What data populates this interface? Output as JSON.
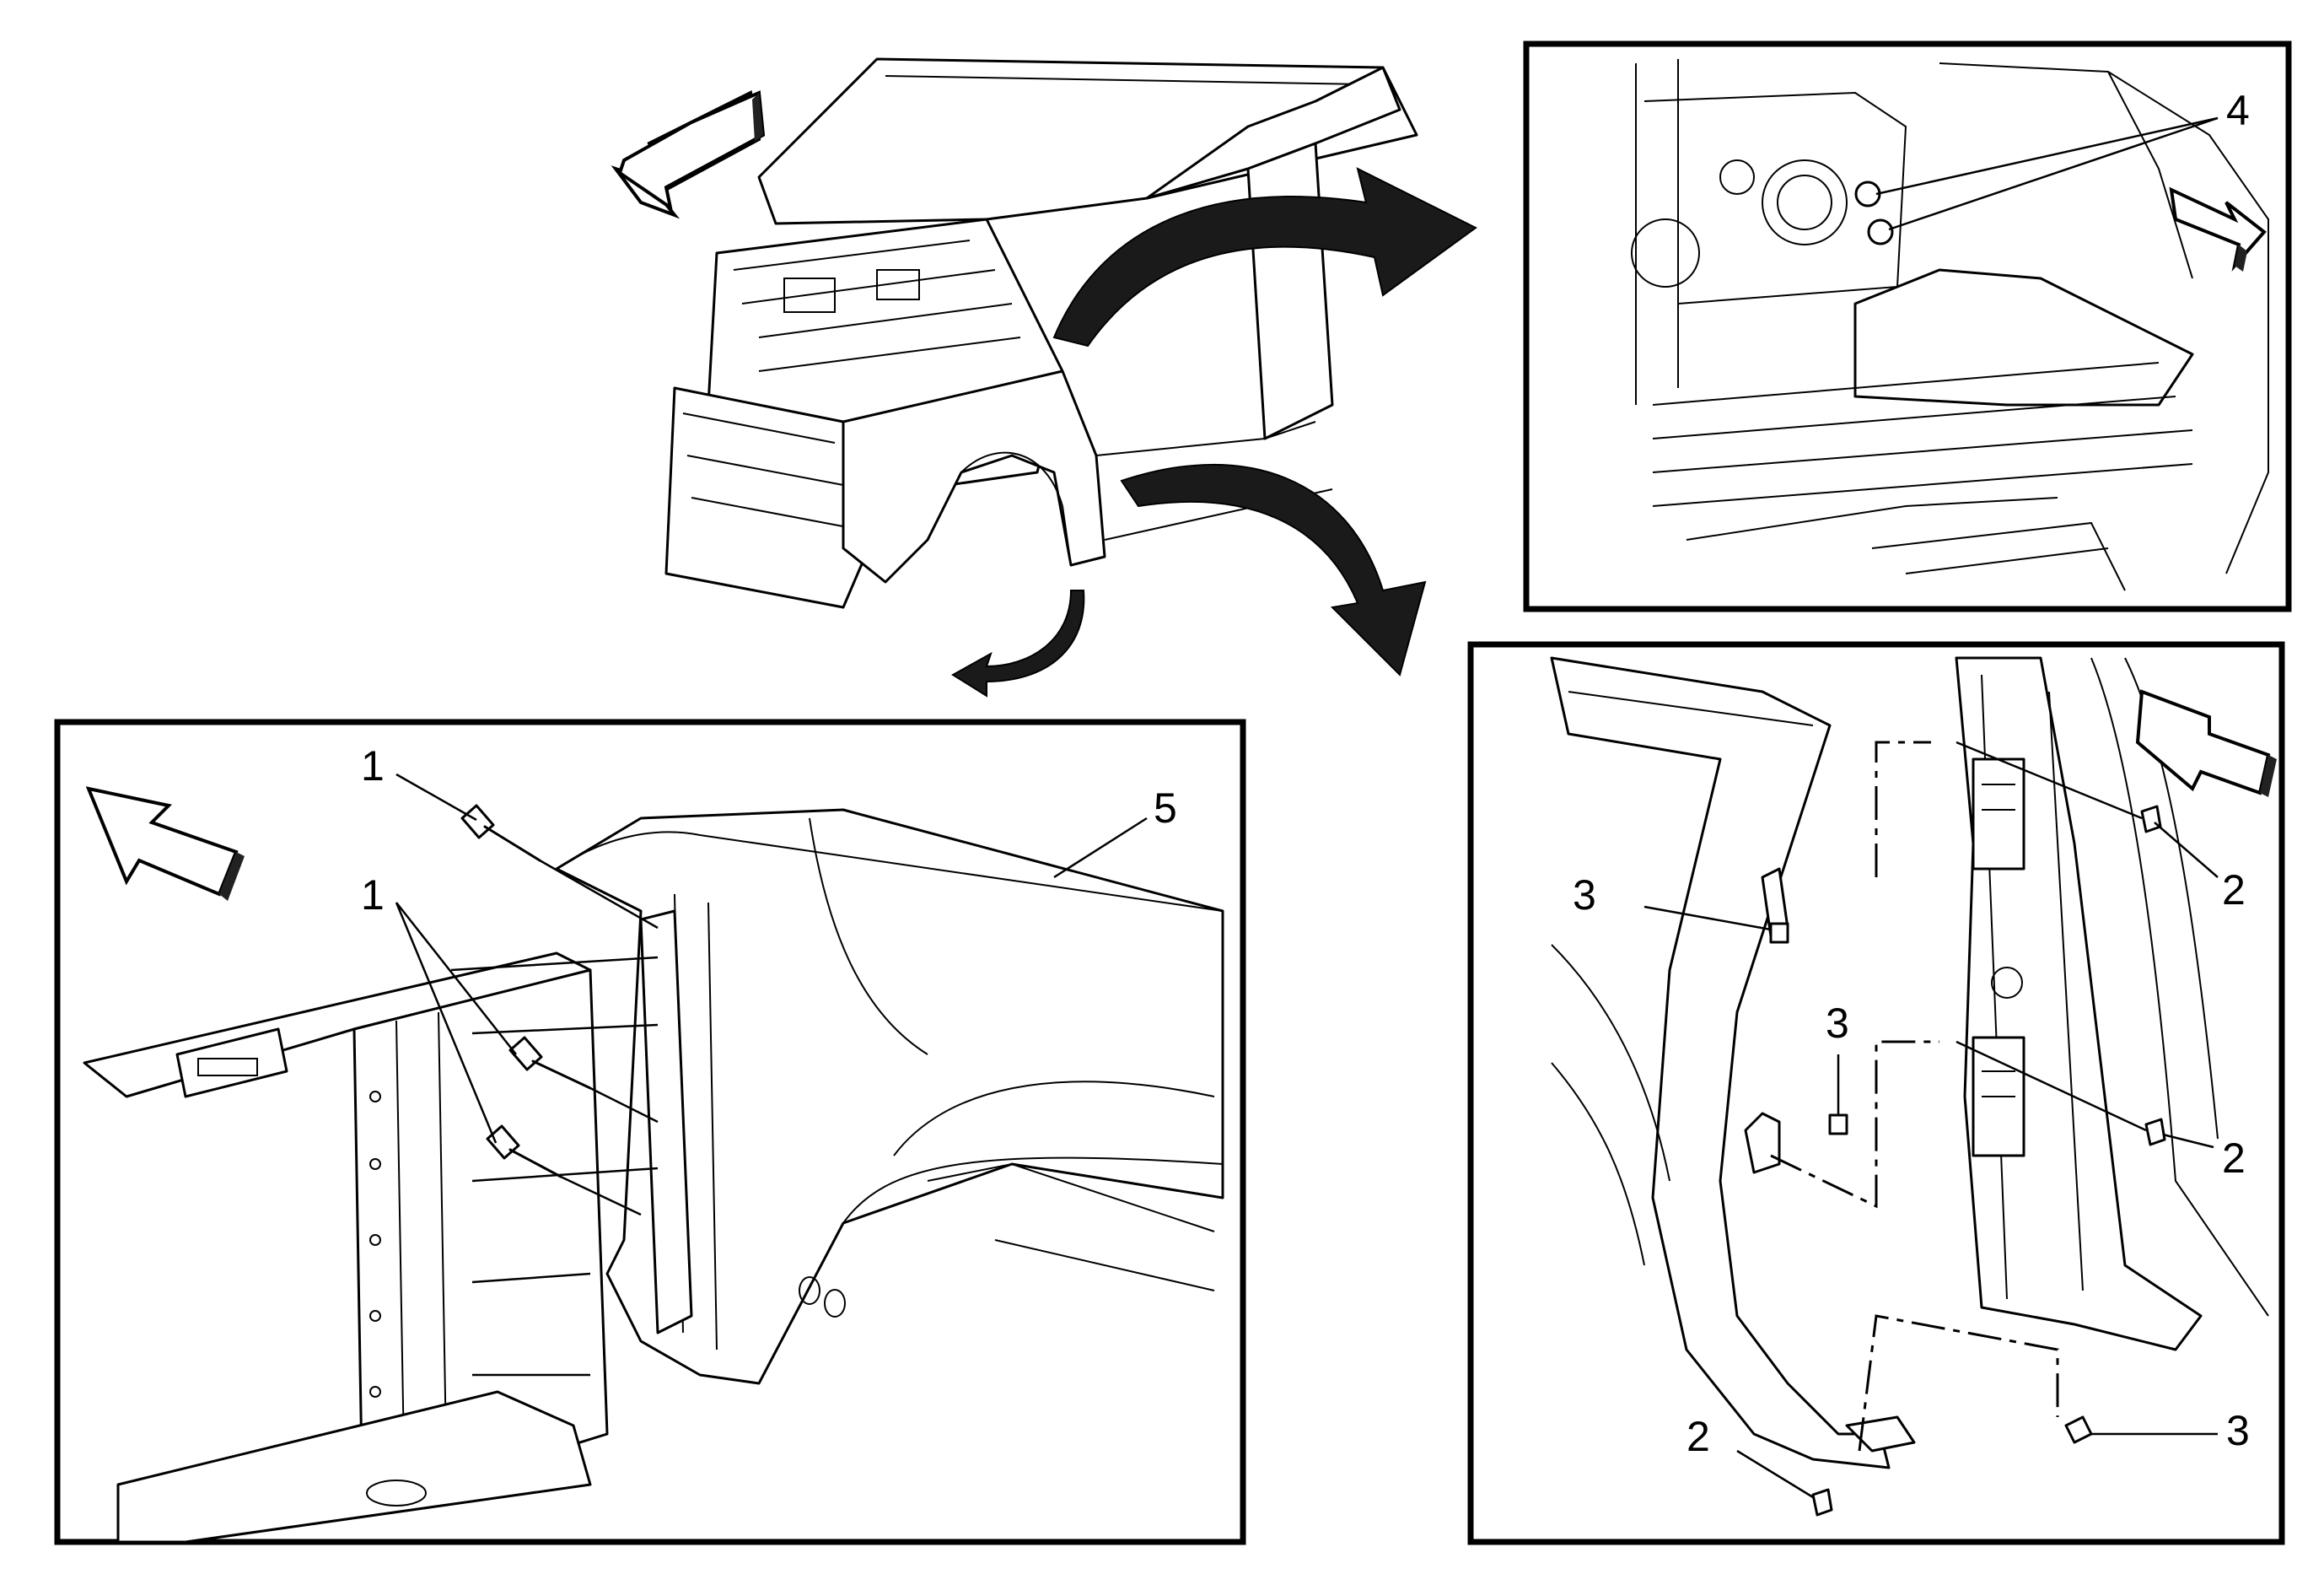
{
  "callouts": {
    "fastener_1_upper": "1",
    "fastener_1_lower": "1",
    "fender_5": "5",
    "bolt_4": "4",
    "bolt_2_upper": "2",
    "bolt_2_middle": "2",
    "bolt_2_bottom": "2",
    "clip_3_left": "3",
    "clip_3_middle": "3",
    "clip_3_bottom": "3"
  },
  "icons": {
    "direction_arrows": "forward-direction-arrow-icon",
    "view_arrows": "curved-pointer-arrow-icon"
  },
  "colors": {
    "ink": "#000000",
    "background": "#ffffff"
  }
}
